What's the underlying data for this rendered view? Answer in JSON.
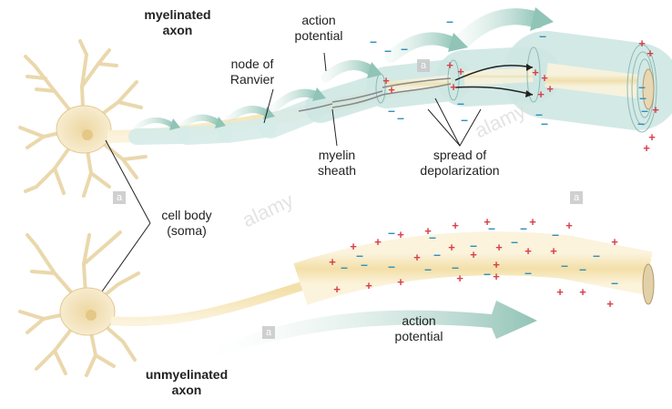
{
  "labels": {
    "myelinated_axon": "myelinated\naxon",
    "action_potential_top": "action\npotential",
    "node_of_ranvier": "node of\nRanvier",
    "myelin_sheath": "myelin\nsheath",
    "spread_of_depolarization": "spread of\ndepolarization",
    "cell_body": "cell body\n(soma)",
    "action_potential_bottom": "action\npotential",
    "unmyelinated_axon": "unmyelinated\naxon"
  },
  "watermark": {
    "badge": "a",
    "text": "alamy"
  },
  "colors": {
    "cell": "#f1e2bd",
    "cell_outline": "#d9c28f",
    "axon_core": "#f6e6b8",
    "myelin": "#d6ece9",
    "myelin_edge": "#9fc7c2",
    "arrow": "#8fc4b6",
    "plus": "#d8404a",
    "minus": "#2f8fc0"
  }
}
